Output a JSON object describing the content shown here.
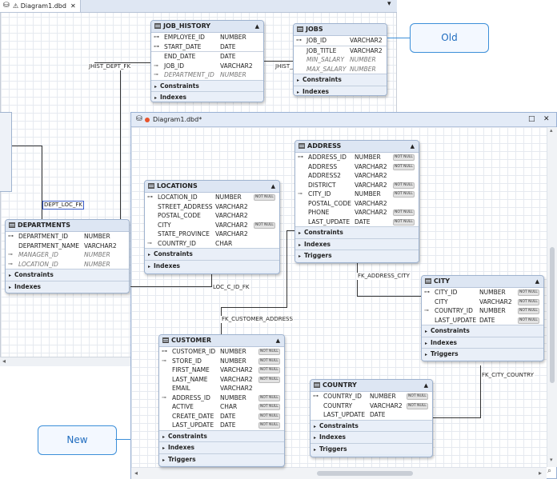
{
  "old": {
    "tab_icon": "diagram-icon",
    "tab_label": "⚠ Diagram1.dbd",
    "close_glyph": "✕",
    "menu_glyph": "▾",
    "tables": {
      "job_history": {
        "name": "JOB_HISTORY",
        "rows": [
          {
            "icon": "PK",
            "name": "EMPLOYEE_ID",
            "type": "NUMBER"
          },
          {
            "icon": "PK",
            "name": "START_DATE",
            "type": "DATE"
          },
          {
            "icon": "",
            "name": "END_DATE",
            "type": "DATE"
          },
          {
            "icon": "FK",
            "name": "JOB_ID",
            "type": "VARCHAR2"
          },
          {
            "icon": "FK",
            "name": "DEPARTMENT_ID",
            "type": "NUMBER"
          }
        ],
        "sections": [
          "Constraints",
          "Indexes"
        ]
      },
      "jobs": {
        "name": "JOBS",
        "rows": [
          {
            "icon": "PK",
            "name": "JOB_ID",
            "type": "VARCHAR2"
          },
          {
            "icon": "",
            "name": "JOB_TITLE",
            "type": "VARCHAR2"
          },
          {
            "icon": "",
            "name": "MIN_SALARY",
            "type": "NUMBER"
          },
          {
            "icon": "",
            "name": "MAX_SALARY",
            "type": "NUMBER"
          }
        ],
        "sections": [
          "Constraints",
          "Indexes"
        ]
      },
      "departments": {
        "name": "DEPARTMENTS",
        "rows": [
          {
            "icon": "PK",
            "name": "DEPARTMENT_ID",
            "type": "NUMBER"
          },
          {
            "icon": "",
            "name": "DEPARTMENT_NAME",
            "type": "VARCHAR2"
          },
          {
            "icon": "FK",
            "name": "MANAGER_ID",
            "type": "NUMBER"
          },
          {
            "icon": "FK",
            "name": "LOCATION_ID",
            "type": "NUMBER"
          }
        ],
        "sections": [
          "Constraints",
          "Indexes"
        ]
      }
    },
    "labels": {
      "jhist_dept_fk": "JHIST_DEPT_FK",
      "jhist_job_fk": "JHIST_JOB_FK",
      "dept_loc_fk": "DEPT_LOC_FK"
    }
  },
  "callouts": {
    "old": "Old",
    "new": "New"
  },
  "new": {
    "tab_label": "Diagram1.dbd*",
    "maximize_glyph": "□",
    "close_glyph": "✕",
    "scroll_left": "◂",
    "scroll_right": "▸",
    "scroll_up": "▴",
    "scroll_down": "▾",
    "zoom_glyph": "⌕",
    "tables": {
      "locations": {
        "name": "LOCATIONS",
        "rows": [
          {
            "icon": "PK",
            "name": "LOCATION_ID",
            "type": "NUMBER",
            "nn": "NOT NULL"
          },
          {
            "icon": "",
            "name": "STREET_ADDRESS",
            "type": "VARCHAR2",
            "nn": ""
          },
          {
            "icon": "",
            "name": "POSTAL_CODE",
            "type": "VARCHAR2",
            "nn": ""
          },
          {
            "icon": "",
            "name": "CITY",
            "type": "VARCHAR2",
            "nn": "NOT NULL"
          },
          {
            "icon": "",
            "name": "STATE_PROVINCE",
            "type": "VARCHAR2",
            "nn": ""
          },
          {
            "icon": "FK",
            "name": "COUNTRY_ID",
            "type": "CHAR",
            "nn": ""
          }
        ],
        "sections": [
          "Constraints",
          "Indexes"
        ]
      },
      "address": {
        "name": "ADDRESS",
        "rows": [
          {
            "icon": "PK",
            "name": "ADDRESS_ID",
            "type": "NUMBER",
            "nn": "NOT NULL"
          },
          {
            "icon": "",
            "name": "ADDRESS",
            "type": "VARCHAR2",
            "nn": "NOT NULL"
          },
          {
            "icon": "",
            "name": "ADDRESS2",
            "type": "VARCHAR2",
            "nn": ""
          },
          {
            "icon": "",
            "name": "DISTRICT",
            "type": "VARCHAR2",
            "nn": "NOT NULL"
          },
          {
            "icon": "FK",
            "name": "CITY_ID",
            "type": "NUMBER",
            "nn": "NOT NULL"
          },
          {
            "icon": "",
            "name": "POSTAL_CODE",
            "type": "VARCHAR2",
            "nn": ""
          },
          {
            "icon": "",
            "name": "PHONE",
            "type": "VARCHAR2",
            "nn": "NOT NULL"
          },
          {
            "icon": "",
            "name": "LAST_UPDATE",
            "type": "DATE",
            "nn": "NOT NULL"
          }
        ],
        "sections": [
          "Constraints",
          "Indexes",
          "Triggers"
        ]
      },
      "city": {
        "name": "CITY",
        "rows": [
          {
            "icon": "PK",
            "name": "CITY_ID",
            "type": "NUMBER",
            "nn": "NOT NULL"
          },
          {
            "icon": "",
            "name": "CITY",
            "type": "VARCHAR2",
            "nn": "NOT NULL"
          },
          {
            "icon": "FK",
            "name": "COUNTRY_ID",
            "type": "NUMBER",
            "nn": "NOT NULL"
          },
          {
            "icon": "",
            "name": "LAST_UPDATE",
            "type": "DATE",
            "nn": "NOT NULL"
          }
        ],
        "sections": [
          "Constraints",
          "Indexes",
          "Triggers"
        ]
      },
      "customer": {
        "name": "CUSTOMER",
        "rows": [
          {
            "icon": "PK",
            "name": "CUSTOMER_ID",
            "type": "NUMBER",
            "nn": "NOT NULL"
          },
          {
            "icon": "FK",
            "name": "STORE_ID",
            "type": "NUMBER",
            "nn": "NOT NULL"
          },
          {
            "icon": "",
            "name": "FIRST_NAME",
            "type": "VARCHAR2",
            "nn": "NOT NULL"
          },
          {
            "icon": "",
            "name": "LAST_NAME",
            "type": "VARCHAR2",
            "nn": "NOT NULL"
          },
          {
            "icon": "",
            "name": "EMAIL",
            "type": "VARCHAR2",
            "nn": ""
          },
          {
            "icon": "FK",
            "name": "ADDRESS_ID",
            "type": "NUMBER",
            "nn": "NOT NULL"
          },
          {
            "icon": "",
            "name": "ACTIVE",
            "type": "CHAR",
            "nn": "NOT NULL"
          },
          {
            "icon": "",
            "name": "CREATE_DATE",
            "type": "DATE",
            "nn": "NOT NULL"
          },
          {
            "icon": "",
            "name": "LAST_UPDATE",
            "type": "DATE",
            "nn": "NOT NULL"
          }
        ],
        "sections": [
          "Constraints",
          "Indexes",
          "Triggers"
        ]
      },
      "country": {
        "name": "COUNTRY",
        "rows": [
          {
            "icon": "PK",
            "name": "COUNTRY_ID",
            "type": "NUMBER",
            "nn": "NOT NULL"
          },
          {
            "icon": "",
            "name": "COUNTRY",
            "type": "VARCHAR2",
            "nn": "NOT NULL"
          },
          {
            "icon": "",
            "name": "LAST_UPDATE",
            "type": "DATE",
            "nn": ""
          }
        ],
        "sections": [
          "Constraints",
          "Indexes",
          "Triggers"
        ]
      }
    },
    "labels": {
      "fk_address_city": "FK_ADDRESS_CITY",
      "fk_customer_address": "FK_CUSTOMER_ADDRESS",
      "loc_c_id_fk": "LOC_C_ID_FK",
      "fk_city_country": "FK_CITY_COUNTRY"
    }
  }
}
